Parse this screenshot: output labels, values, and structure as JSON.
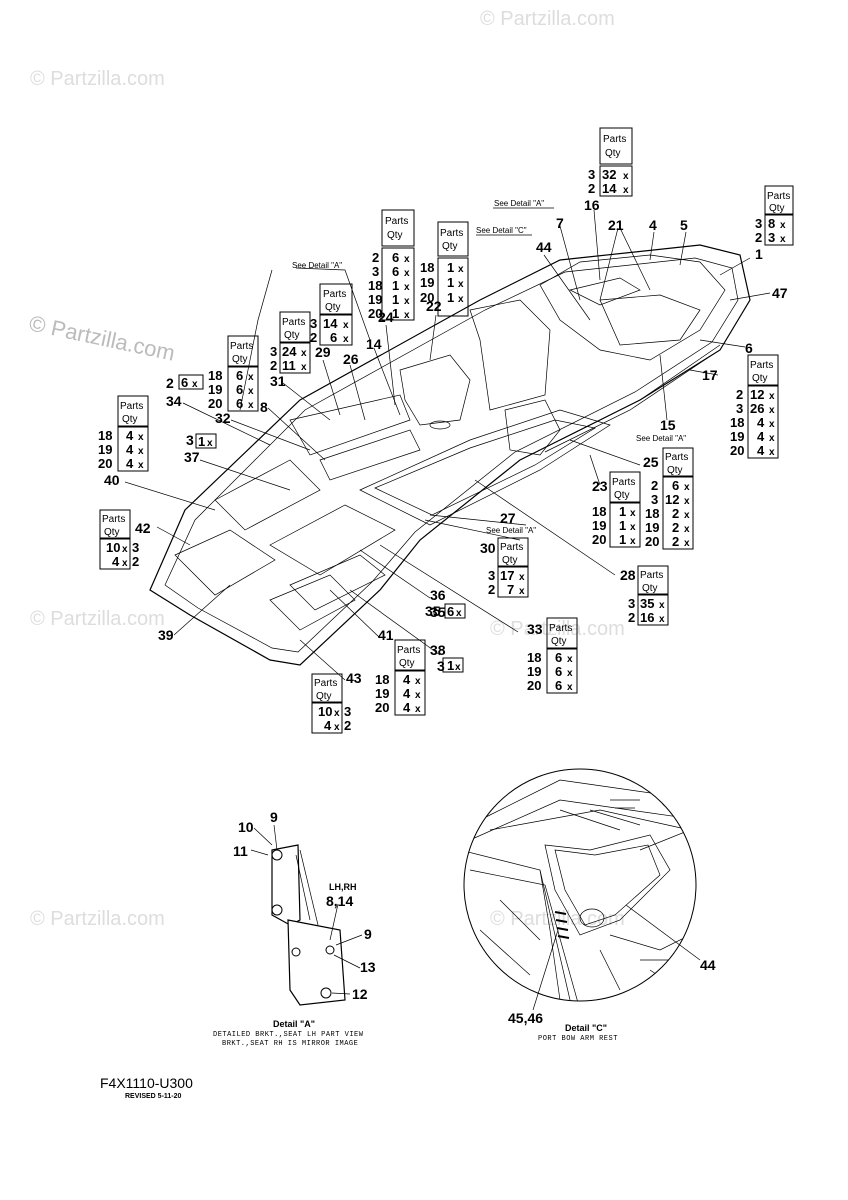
{
  "watermark": "© Partzilla.com",
  "diagram_code": "F4X1110-U300",
  "revised": "REVISED 5-11-20",
  "see_detail_a": "See Detail \"A\"",
  "see_detail_c": "See Detail \"C\"",
  "qty_header_1": "Parts",
  "qty_header_2": "Qty",
  "detail_a": {
    "title": "Detail \"A\"",
    "line1": "DETAILED BRKT.,SEAT LH PART VIEW",
    "line2": "BRKT.,SEAT RH IS MIRROR IMAGE",
    "lhrh": "LH,RH",
    "part_814": "8,14",
    "labels": [
      "9",
      "10",
      "11",
      "9",
      "13",
      "12"
    ]
  },
  "detail_c": {
    "title": "Detail \"C\"",
    "line1": "PORT BOW ARM REST",
    "labels": [
      "44",
      "45,46"
    ]
  },
  "callouts": [
    "1",
    "4",
    "5",
    "7",
    "16",
    "21",
    "44",
    "47",
    "6",
    "17",
    "15",
    "25",
    "23",
    "28",
    "30",
    "27",
    "33",
    "36",
    "35",
    "38",
    "3",
    "41",
    "43",
    "39",
    "42",
    "40",
    "37",
    "34",
    "32",
    "8",
    "31",
    "29",
    "26",
    "24",
    "14",
    "22",
    "18",
    "19",
    "20",
    "2",
    "3",
    "35",
    "3"
  ],
  "qty_boxes": [
    {
      "rows": [
        [
          "3",
          "32"
        ],
        [
          "2",
          "14"
        ]
      ]
    },
    {
      "rows": [
        [
          "3",
          "8"
        ],
        [
          "2",
          "3"
        ]
      ]
    },
    {
      "rows": [
        [
          "2",
          "6"
        ],
        [
          "3",
          "6"
        ],
        [
          "18",
          "1"
        ],
        [
          "19",
          "1"
        ],
        [
          "20",
          "1"
        ]
      ]
    },
    {
      "rows": [
        [
          "18",
          "1"
        ],
        [
          "19",
          "1"
        ],
        [
          "20",
          "1"
        ]
      ]
    },
    {
      "rows": [
        [
          "3",
          "14"
        ],
        [
          "2",
          "6"
        ]
      ]
    },
    {
      "rows": [
        [
          "3",
          "24"
        ],
        [
          "2",
          "11"
        ]
      ]
    },
    {
      "rows": [
        [
          "18",
          "6"
        ],
        [
          "19",
          "6"
        ],
        [
          "20",
          "6"
        ]
      ]
    },
    {
      "rows": [
        [
          "18",
          "4"
        ],
        [
          "19",
          "4"
        ],
        [
          "20",
          "4"
        ]
      ]
    },
    {
      "rows": [
        [
          "2",
          "12"
        ],
        [
          "3",
          "26"
        ],
        [
          "18",
          "4"
        ],
        [
          "19",
          "4"
        ],
        [
          "20",
          "4"
        ]
      ]
    },
    {
      "rows": [
        [
          "2",
          "6"
        ],
        [
          "3",
          "12"
        ],
        [
          "18",
          "2"
        ],
        [
          "19",
          "2"
        ],
        [
          "20",
          "2"
        ]
      ]
    },
    {
      "rows": [
        [
          "18",
          "1"
        ],
        [
          "19",
          "1"
        ],
        [
          "20",
          "1"
        ]
      ]
    },
    {
      "rows": [
        [
          "3",
          "17"
        ],
        [
          "2",
          "7"
        ]
      ]
    },
    {
      "rows": [
        [
          "3",
          "35"
        ],
        [
          "2",
          "16"
        ]
      ]
    },
    {
      "rows": [
        [
          "18",
          "6"
        ],
        [
          "19",
          "6"
        ],
        [
          "20",
          "6"
        ]
      ]
    },
    {
      "rows": [
        [
          "18",
          "4"
        ],
        [
          "19",
          "4"
        ],
        [
          "20",
          "4"
        ]
      ]
    },
    {
      "rows": [
        [
          "3",
          "10"
        ],
        [
          "2",
          "4"
        ]
      ]
    },
    {
      "rows": [
        [
          "3",
          "10"
        ],
        [
          "2",
          "4"
        ]
      ]
    }
  ]
}
